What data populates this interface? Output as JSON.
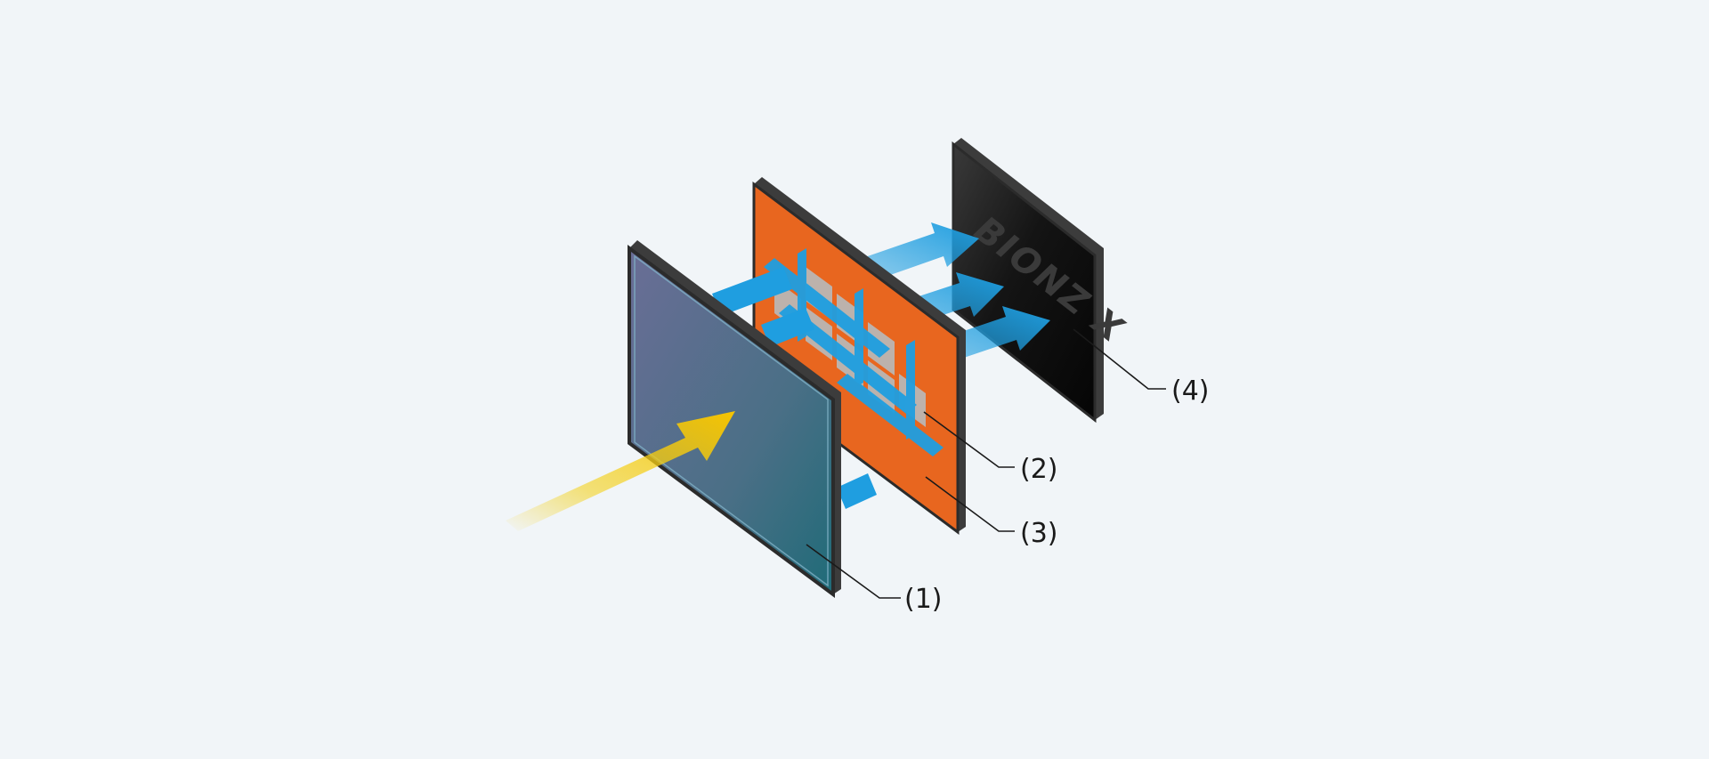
{
  "diagram": {
    "labels": {
      "sensor": "(1)",
      "circuit": "(2)",
      "memory": "(3)",
      "processor": "(4)"
    },
    "processor_logo": "BIONZ X",
    "colors": {
      "background": "#f1f5f8",
      "light_arrow": "#f4d21f",
      "signal_arrow": "#1f9ee0",
      "sensor_face": "#4a7186",
      "middle_layer": "#e8661f",
      "circuit_cell": "#b7b7b7",
      "processor_face": "#141414",
      "frame": "#2b2b2b"
    },
    "icons": {
      "incoming_light": "yellow-arrow-icon",
      "signal_flow": "blue-arrow-icon"
    }
  }
}
